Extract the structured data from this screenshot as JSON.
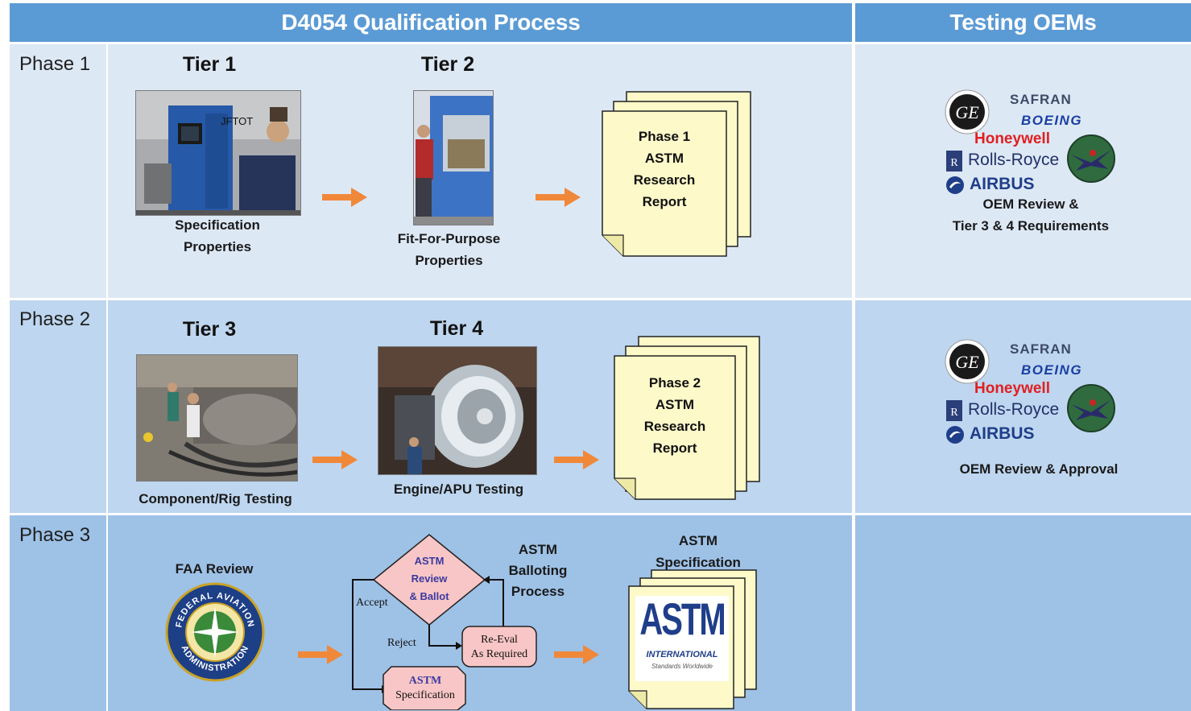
{
  "header": {
    "left_title": "D4054 Qualification Process",
    "right_title": "Testing OEMs"
  },
  "phases": [
    {
      "label": "Phase 1",
      "tiers": [
        {
          "title": "Tier 1",
          "caption_line1": "Specification",
          "caption_line2": "Properties",
          "photo_label": "JFTOT"
        },
        {
          "title": "Tier 2",
          "caption_line1": "Fit-For-Purpose",
          "caption_line2": "Properties"
        }
      ],
      "report": {
        "line1": "Phase 1",
        "line2": "ASTM",
        "line3": "Research",
        "line4": "Report"
      },
      "oem_caption_line1": "OEM Review &",
      "oem_caption_line2": "Tier 3 & 4 Requirements"
    },
    {
      "label": "Phase 2",
      "tiers": [
        {
          "title": "Tier 3",
          "caption_line1": "Component/Rig Testing"
        },
        {
          "title": "Tier 4",
          "caption_line1": "Engine/APU Testing"
        }
      ],
      "report": {
        "line1": "Phase 2",
        "line2": "ASTM",
        "line3": "Research",
        "line4": "Report"
      },
      "oem_caption_line1": "OEM Review & Approval"
    },
    {
      "label": "Phase 3",
      "faa": {
        "title": "FAA Review",
        "seal_top": "FEDERAL AVIATION",
        "seal_bottom": "ADMINISTRATION"
      },
      "flow": {
        "diamond_line1": "ASTM",
        "diamond_line2": "Review",
        "diamond_line3": "& Ballot",
        "accept": "Accept",
        "reject": "Reject",
        "reeval_line1": "Re-Eval",
        "reeval_line2": "As Required",
        "spec_line1": "ASTM",
        "spec_line2": "Specification",
        "balloting_line1": "ASTM",
        "balloting_line2": "Balloting",
        "balloting_line3": "Process"
      },
      "spec_doc": {
        "title_line1": "ASTM",
        "title_line2": "Specification",
        "logo_text": "ASTM",
        "logo_sub": "INTERNATIONAL",
        "logo_tag": "Standards Worldwide"
      }
    }
  ],
  "oem_logos": {
    "ge": "GE",
    "safran": "SAFRAN",
    "boeing": "BOEING",
    "honeywell": "Honeywell",
    "rolls_royce": "Rolls-Royce",
    "airbus": "AIRBUS"
  },
  "colors": {
    "header": "#5b9bd5",
    "arrow": "#f0883a",
    "document": "#fdf9c9",
    "flow_box": "#f8c6c6"
  }
}
